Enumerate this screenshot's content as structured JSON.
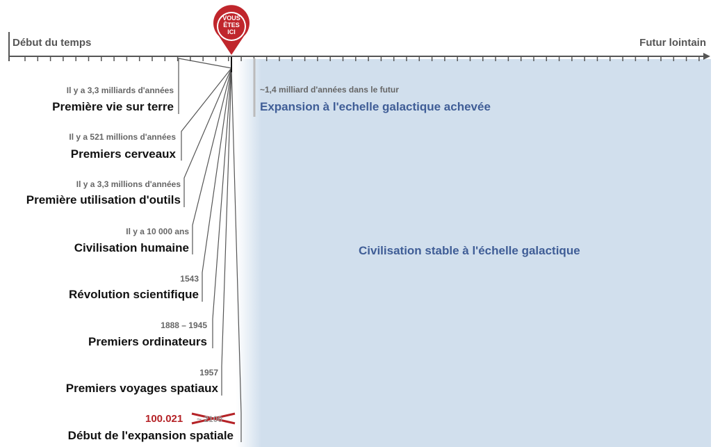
{
  "axis": {
    "start_label": "Début du temps",
    "end_label": "Futur lointain"
  },
  "marker": {
    "label_line1": "VOUS",
    "label_line2": "ÊTES",
    "label_line3": "ICI",
    "color": "#c0262c"
  },
  "events": [
    {
      "date": "Il y a 3,3 milliards d'années",
      "title": "Première vie sur terre"
    },
    {
      "date": "Il y a 521 millions d'années",
      "title": "Premiers cerveaux"
    },
    {
      "date": "Il y a 3,3 millions d'années",
      "title": "Première utilisation d'outils"
    },
    {
      "date": "Il y a 10 000 ans",
      "title": "Civilisation humaine"
    },
    {
      "date": "1543",
      "title": "Révolution scientifique"
    },
    {
      "date": "1888 – 1945",
      "title": "Premiers ordinateurs"
    },
    {
      "date": "1957",
      "title": "Premiers voyages spatiaux"
    },
    {
      "date": "100.021",
      "date_crossed": "~ 2100",
      "title": "Début de l'expansion spatiale"
    }
  ],
  "future": {
    "date": "~1,4 milliard d'années dans le futur",
    "title": "Expansion à l'echelle galactique achevée",
    "region_label": "Civilisation stable à l'échelle galactique",
    "region_color": "#d1dfed",
    "text_color": "#3f5d96"
  }
}
